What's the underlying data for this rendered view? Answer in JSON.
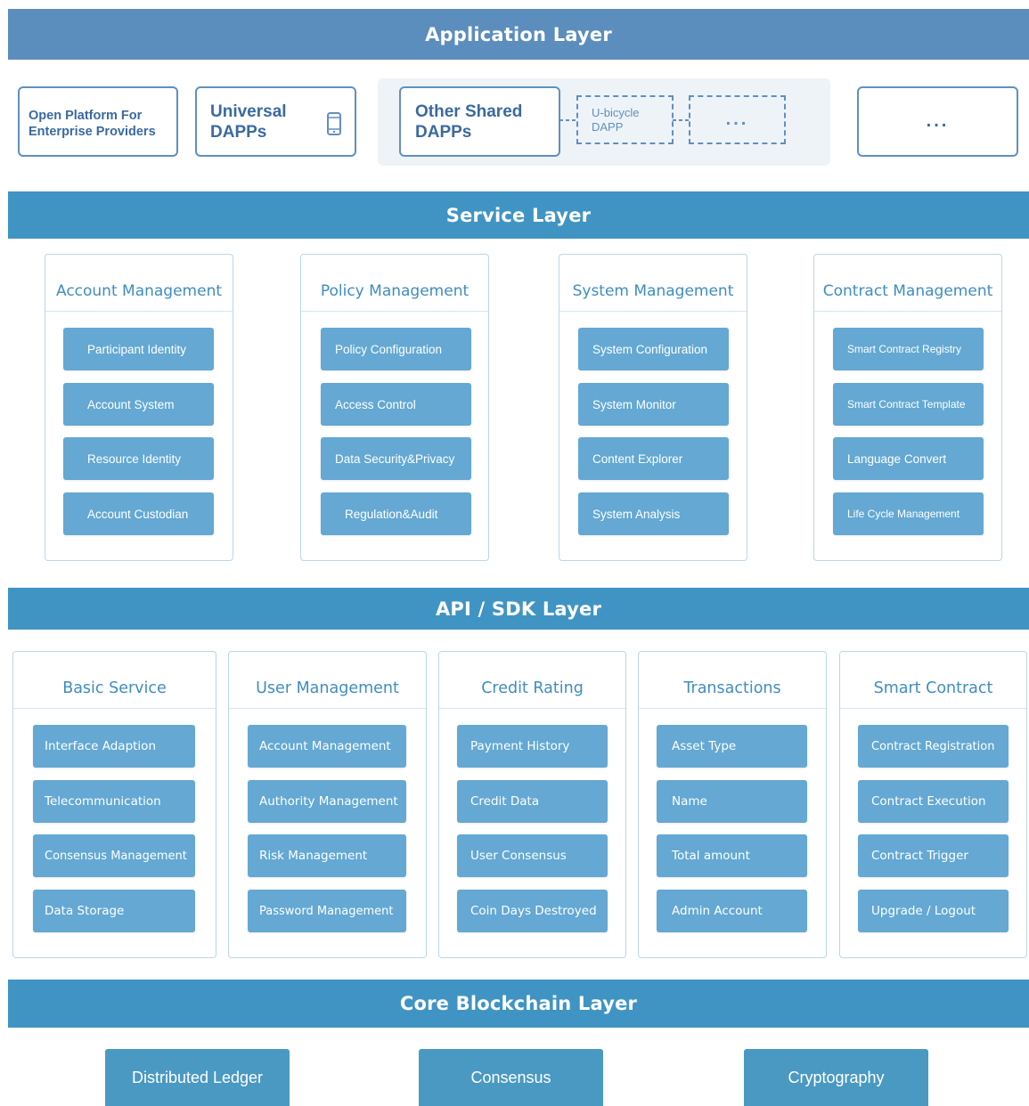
{
  "layers": {
    "application": "Application Layer",
    "service": "Service Layer",
    "api": "API / SDK Layer",
    "core": "Core Blockchain Layer"
  },
  "application": {
    "open_platform": [
      "Open Platform For",
      "Enterprise Providers"
    ],
    "universal": [
      "Universal",
      "DAPPs"
    ],
    "other_shared": [
      "Other Shared",
      "DAPPs"
    ],
    "ubicycle": [
      "U-bicycle",
      "DAPP"
    ],
    "more": "...",
    "more_right": "..."
  },
  "service_cards": [
    {
      "title": "Account Management",
      "items": [
        "Participant Identity",
        "Account System",
        "Resource Identity",
        "Account Custodian"
      ]
    },
    {
      "title": "Policy Management",
      "items": [
        "Policy Configuration",
        "Access Control",
        "Data Security&Privacy",
        "Regulation&Audit"
      ]
    },
    {
      "title": "System Management",
      "items": [
        "System Configuration",
        "System Monitor",
        "Content Explorer",
        "System Analysis"
      ]
    },
    {
      "title": "Contract Management",
      "items": [
        "Smart Contract Registry",
        "Smart Contract Template",
        "Language Convert",
        "Life Cycle Management"
      ]
    }
  ],
  "api_cards": [
    {
      "title": "Basic Service",
      "items": [
        "Interface Adaption",
        "Telecommunication",
        "Consensus Management",
        "Data Storage"
      ]
    },
    {
      "title": "User Management",
      "items": [
        "Account Management",
        "Authority Management",
        "Risk Management",
        "Password Management"
      ]
    },
    {
      "title": "Credit Rating",
      "items": [
        "Payment History",
        "Credit Data",
        "User Consensus",
        "Coin Days Destroyed"
      ]
    },
    {
      "title": "Transactions",
      "items": [
        "Asset Type",
        "Name",
        "Total amount",
        "Admin Account"
      ]
    },
    {
      "title": "Smart Contract",
      "items": [
        "Contract Registration",
        "Contract Execution",
        "Contract Trigger",
        "Upgrade / Logout"
      ]
    }
  ],
  "core": [
    "Distributed Ledger",
    "Consensus",
    "Cryptography"
  ],
  "icons": {
    "phone": "phone-icon"
  },
  "colors": {
    "app_band": "#5b8dbd",
    "band": "#4094c4",
    "item": "#64a8d3",
    "card_title": "#3f8dc0"
  }
}
